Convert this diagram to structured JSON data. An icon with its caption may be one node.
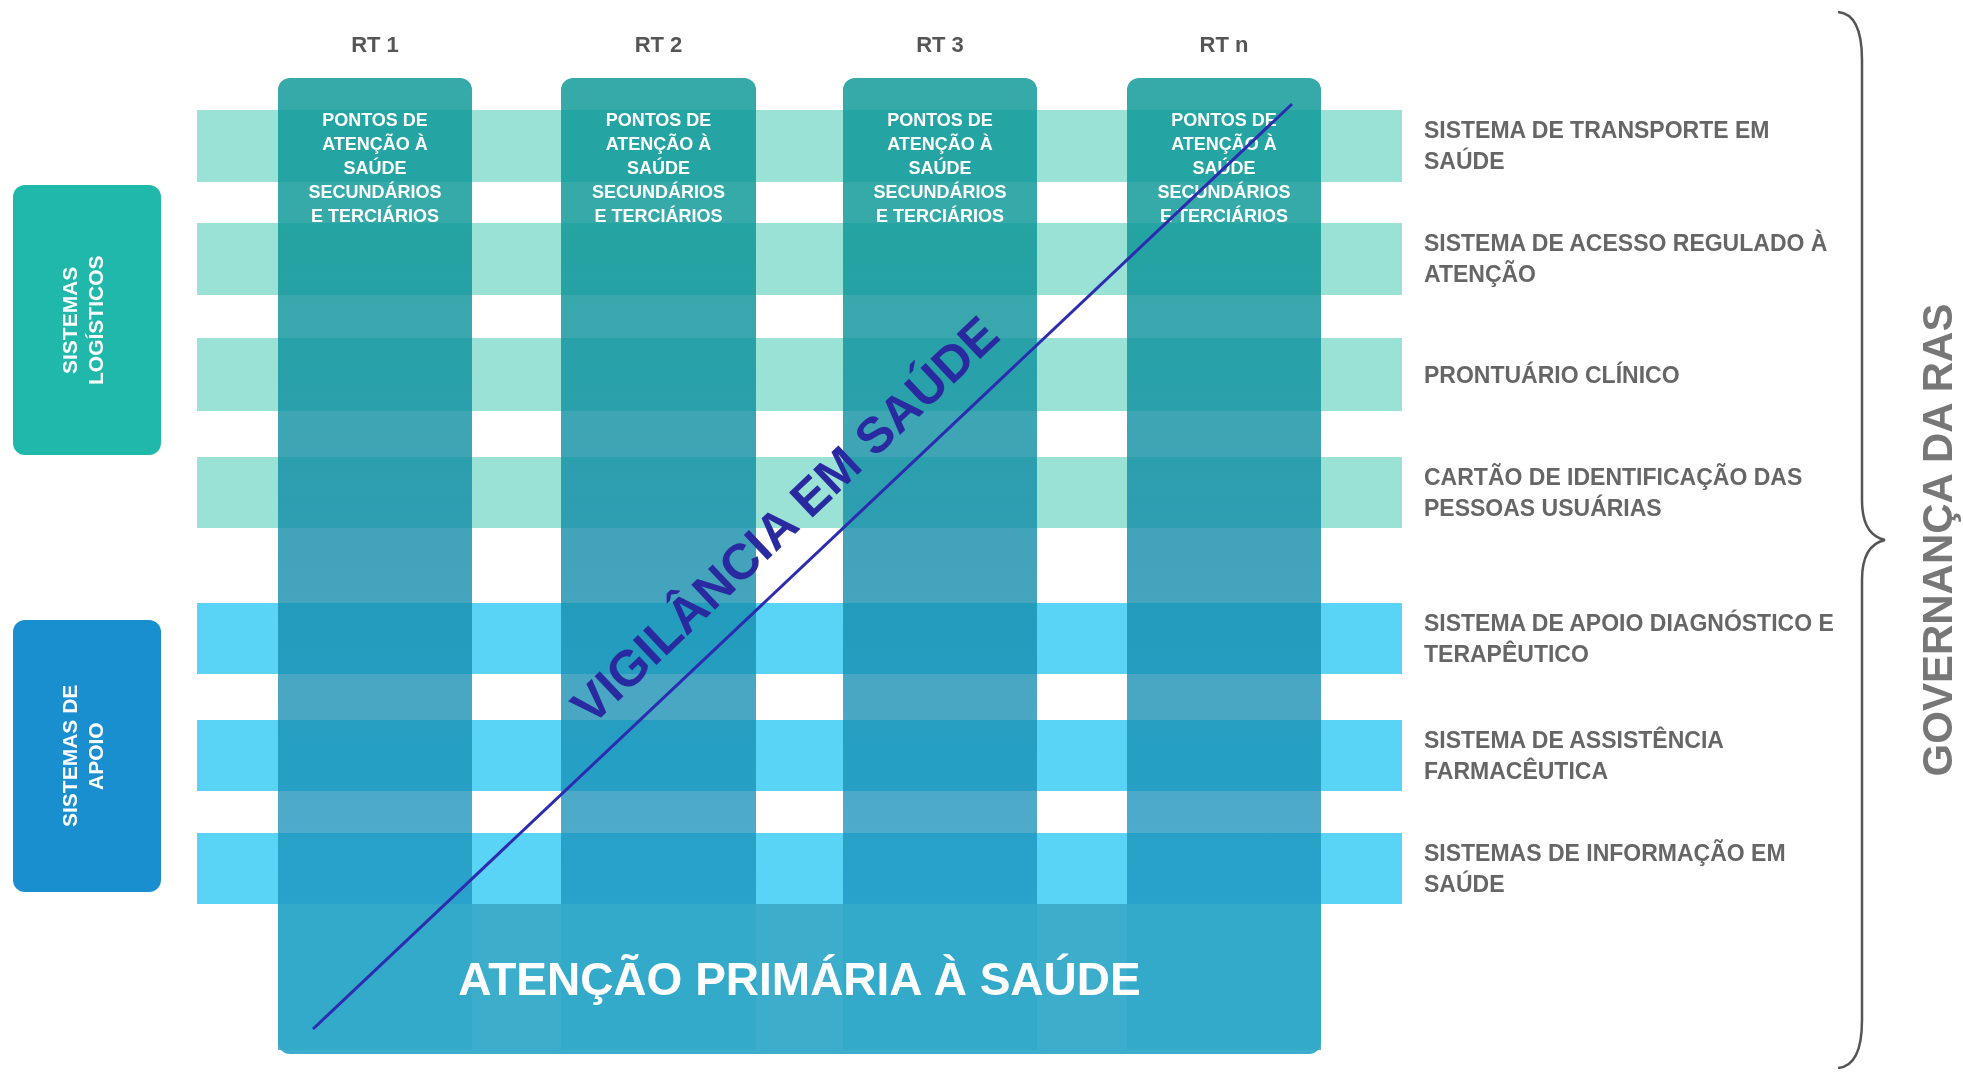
{
  "diagram": {
    "nodes": [
      {
        "text": [
          "RT 1",
          "PONTOS DE ATENÇÃO À SAÚDE SECUNDÁRIOS E TERCIÁRIOS"
        ]
      },
      {
        "text": [
          "RT 2",
          "PONTOS DE ATENÇÃO À SAÚDE SECUNDÁRIOS E TERCIÁRIOS"
        ]
      },
      {
        "text": [
          "RT 3",
          "PONTOS DE ATENÇÃO À SAÚDE SECUNDÁRIOS E TERCIÁRIOS"
        ]
      },
      {
        "text": [
          "RT n",
          "PONTOS DE ATENÇÃO À SAÚDE SECUNDÁRIOS E TERCIÁRIOS"
        ]
      },
      {
        "text": [
          "ATENÇÃO PRIMÁRIA À SAÚDE"
        ]
      },
      {
        "text": [
          "SISTEMAS LOGÍSTICOS"
        ]
      },
      {
        "text": [
          "SISTEMAS DE APOIO"
        ]
      },
      {
        "text": [
          "SISTEMA DE TRANSPORTE EM SAÚDE"
        ]
      },
      {
        "text": [
          "SISTEMA DE ACESSO REGULADO À ATENÇÃO"
        ]
      },
      {
        "text": [
          "PRONTUÁRIO CLÍNICO"
        ]
      },
      {
        "text": [
          "CARTÃO DE IDENTIFICAÇÃO DAS PESSOAS USUÁRIAS"
        ]
      },
      {
        "text": [
          "SISTEMA DE APOIO DIAGNÓSTICO E TERAPÊUTICO"
        ]
      },
      {
        "text": [
          "SISTEMA DE ASSISTÊNCIA FARMACÊUTICA"
        ]
      },
      {
        "text": [
          "SISTEMAS DE INFORMAÇÃO EM SAÚDE"
        ]
      }
    ],
    "labels": [
      "VIGILÂNCIA EM SAÚDE",
      "GOVERNANÇA DA RAS"
    ]
  }
}
